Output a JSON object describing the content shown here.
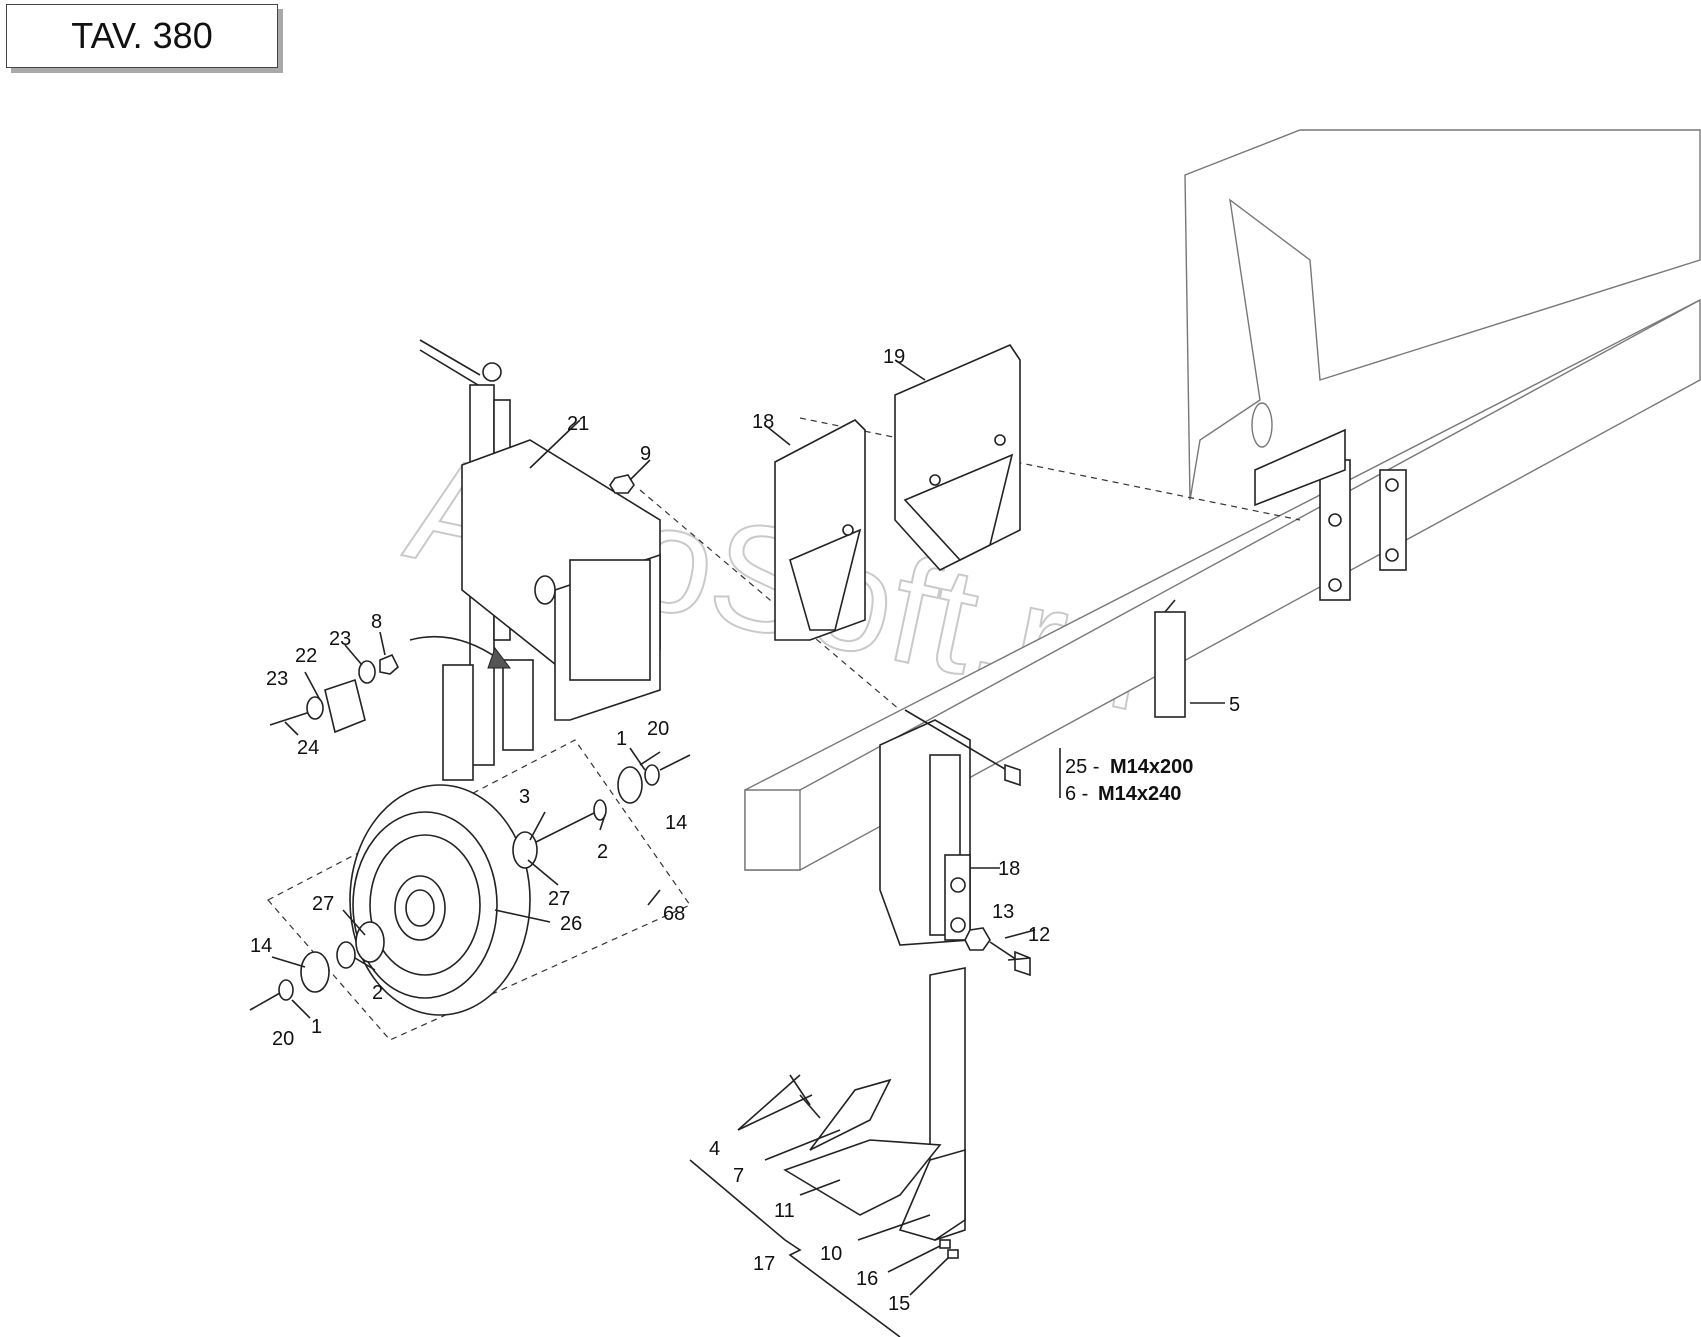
{
  "title_box": {
    "text": "TAV. 380"
  },
  "watermark": "AutoSoft.ru",
  "callouts": {
    "c1a": "1",
    "c1b": "1",
    "c2a": "2",
    "c2b": "2",
    "c3": "3",
    "c4": "4",
    "c5": "5",
    "c7": "7",
    "c8": "8",
    "c9": "9",
    "c10": "10",
    "c11": "11",
    "c12": "12",
    "c13": "13",
    "c14a": "14",
    "c14b": "14",
    "c15": "15",
    "c16": "16",
    "c17": "17",
    "c18a": "18",
    "c18b": "18",
    "c19": "19",
    "c20a": "20",
    "c20b": "20",
    "c21": "21",
    "c22": "22",
    "c23a": "23",
    "c23b": "23",
    "c24": "24",
    "c26": "26",
    "c27a": "27",
    "c27b": "27",
    "c68": "68"
  },
  "bolt_specs": [
    {
      "num": "25 - ",
      "size": "M14x200"
    },
    {
      "num": "6 - ",
      "size": "M14x240"
    }
  ]
}
